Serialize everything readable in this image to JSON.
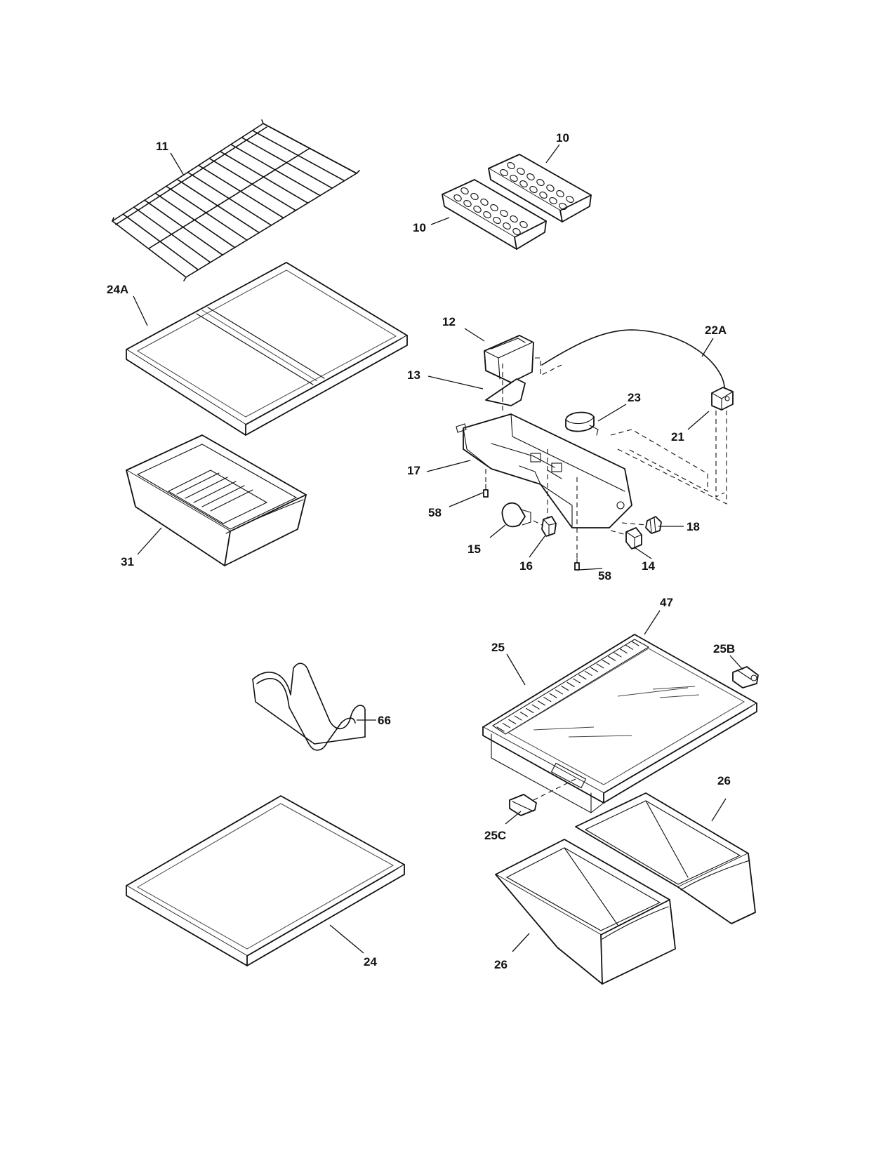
{
  "labels": {
    "p11": "11",
    "p10a": "10",
    "p10b": "10",
    "p24A": "24A",
    "p12": "12",
    "p22A": "22A",
    "p13": "13",
    "p23": "23",
    "p21": "21",
    "p17": "17",
    "p58a": "58",
    "p18": "18",
    "p15": "15",
    "p16": "16",
    "p14": "14",
    "p58b": "58",
    "p31": "31",
    "p47": "47",
    "p25": "25",
    "p25B": "25B",
    "p66": "66",
    "p25C": "25C",
    "p26a": "26",
    "p26b": "26",
    "p24": "24"
  }
}
